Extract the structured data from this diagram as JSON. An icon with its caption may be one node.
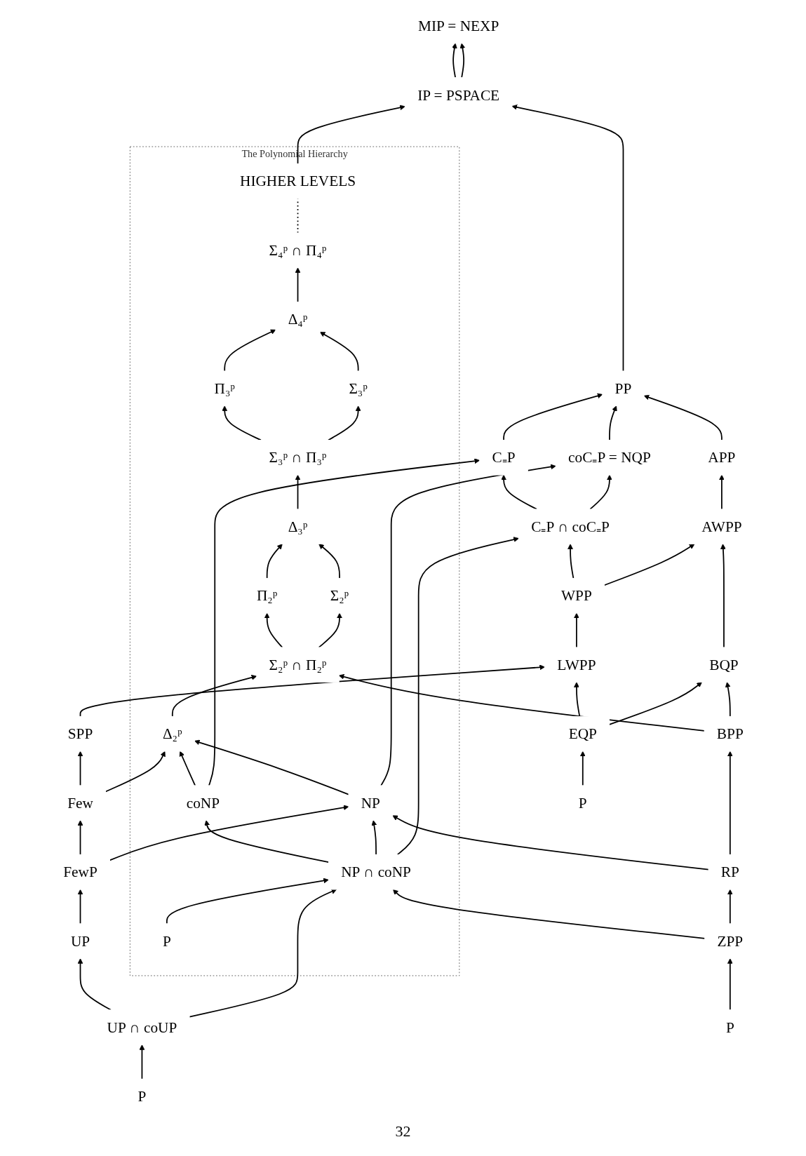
{
  "diagram": {
    "nodes": [
      {
        "text": [
          "MIP = NEXP"
        ]
      },
      {
        "text": [
          "IP = PSPACE"
        ]
      },
      {
        "text": [
          "The Polynomial Hierarchy"
        ]
      },
      {
        "text": [
          "HIGHER LEVELS"
        ],
        "in": 2
      },
      {
        "text": [
          "Σ₄ᵖ ∩ Π₄ᵖ"
        ],
        "in": 2
      },
      {
        "text": [
          "Δ₄ᵖ"
        ],
        "in": 2
      },
      {
        "text": [
          "Π₃ᵖ"
        ],
        "in": 2
      },
      {
        "text": [
          "Σ₃ᵖ"
        ],
        "in": 2
      },
      {
        "text": [
          "Σ₃ᵖ ∩ Π₃ᵖ"
        ],
        "in": 2
      },
      {
        "text": [
          "Δ₃ᵖ"
        ],
        "in": 2
      },
      {
        "text": [
          "Π₂ᵖ"
        ],
        "in": 2
      },
      {
        "text": [
          "Σ₂ᵖ"
        ],
        "in": 2
      },
      {
        "text": [
          "Σ₂ᵖ ∩ Π₂ᵖ"
        ],
        "in": 2
      },
      {
        "text": [
          "Δ₂ᵖ"
        ],
        "in": 2
      },
      {
        "text": [
          "coNP"
        ],
        "in": 2
      },
      {
        "text": [
          "NP"
        ],
        "in": 2
      },
      {
        "text": [
          "NP ∩ coNP"
        ],
        "in": 2
      },
      {
        "text": [
          "P"
        ],
        "in": 2
      },
      {
        "text": [
          "PP"
        ]
      },
      {
        "text": [
          "C₌P"
        ]
      },
      {
        "text": [
          "coC₌P = NQP"
        ]
      },
      {
        "text": [
          "APP"
        ]
      },
      {
        "text": [
          "C₌P ∩ coC₌P"
        ]
      },
      {
        "text": [
          "AWPP"
        ]
      },
      {
        "text": [
          "WPP"
        ]
      },
      {
        "text": [
          "BQP"
        ]
      },
      {
        "text": [
          "LWPP"
        ]
      },
      {
        "text": [
          "SPP"
        ]
      },
      {
        "text": [
          "EQP"
        ]
      },
      {
        "text": [
          "BPP"
        ]
      },
      {
        "text": [
          "Few"
        ]
      },
      {
        "text": [
          "RP"
        ]
      },
      {
        "text": [
          "FewP"
        ]
      },
      {
        "text": [
          "UP"
        ]
      },
      {
        "text": [
          "ZPP"
        ]
      },
      {
        "text": [
          "UP ∩ coUP"
        ]
      },
      {
        "text": [
          "P"
        ]
      },
      {
        "text": [
          "P"
        ]
      },
      {
        "text": [
          "P"
        ]
      }
    ],
    "edges": [
      {
        "from": 18,
        "to": 1,
        "arrow": "to"
      },
      {
        "from": 1,
        "to": 0,
        "arrow": "to"
      },
      {
        "from": 1,
        "to": 0,
        "arrow": "to"
      },
      {
        "from": 4,
        "to": 3,
        "arrow": "none",
        "style": "dashed"
      },
      {
        "from": 3,
        "to": 1,
        "arrow": "to"
      },
      {
        "from": 5,
        "to": 4,
        "arrow": "to"
      },
      {
        "from": 6,
        "to": 5,
        "arrow": "to"
      },
      {
        "from": 7,
        "to": 5,
        "arrow": "to"
      },
      {
        "from": 8,
        "to": 6,
        "arrow": "to"
      },
      {
        "from": 8,
        "to": 7,
        "arrow": "to"
      },
      {
        "from": 9,
        "to": 8,
        "arrow": "to"
      },
      {
        "from": 10,
        "to": 9,
        "arrow": "to"
      },
      {
        "from": 11,
        "to": 9,
        "arrow": "to"
      },
      {
        "from": 12,
        "to": 10,
        "arrow": "to"
      },
      {
        "from": 12,
        "to": 11,
        "arrow": "to"
      },
      {
        "from": 13,
        "to": 12,
        "arrow": "to"
      },
      {
        "from": 14,
        "to": 13,
        "arrow": "to"
      },
      {
        "from": 15,
        "to": 13,
        "arrow": "to"
      },
      {
        "from": 16,
        "to": 14,
        "arrow": "to"
      },
      {
        "from": 16,
        "to": 15,
        "arrow": "to"
      },
      {
        "from": 17,
        "to": 16,
        "arrow": "to"
      },
      {
        "from": 14,
        "to": 19,
        "arrow": "to"
      },
      {
        "from": 15,
        "to": 20,
        "arrow": "to"
      },
      {
        "from": 16,
        "to": 22,
        "arrow": "to"
      },
      {
        "from": 19,
        "to": 18,
        "arrow": "to"
      },
      {
        "from": 20,
        "to": 18,
        "arrow": "to"
      },
      {
        "from": 21,
        "to": 18,
        "arrow": "to"
      },
      {
        "from": 22,
        "to": 19,
        "arrow": "to"
      },
      {
        "from": 22,
        "to": 20,
        "arrow": "to"
      },
      {
        "from": 23,
        "to": 21,
        "arrow": "to"
      },
      {
        "from": 24,
        "to": 22,
        "arrow": "to"
      },
      {
        "from": 24,
        "to": 23,
        "arrow": "to"
      },
      {
        "from": 25,
        "to": 23,
        "arrow": "to"
      },
      {
        "from": 26,
        "to": 24,
        "arrow": "to"
      },
      {
        "from": 27,
        "to": 26,
        "arrow": "to"
      },
      {
        "from": 28,
        "to": 26,
        "arrow": "to"
      },
      {
        "from": 28,
        "to": 25,
        "arrow": "to"
      },
      {
        "from": 29,
        "to": 25,
        "arrow": "to"
      },
      {
        "from": 29,
        "to": 12,
        "arrow": "to"
      },
      {
        "from": 30,
        "to": 27,
        "arrow": "to"
      },
      {
        "from": 30,
        "to": 13,
        "arrow": "to"
      },
      {
        "from": 31,
        "to": 29,
        "arrow": "to"
      },
      {
        "from": 31,
        "to": 15,
        "arrow": "to"
      },
      {
        "from": 32,
        "to": 30,
        "arrow": "to"
      },
      {
        "from": 32,
        "to": 15,
        "arrow": "to"
      },
      {
        "from": 33,
        "to": 32,
        "arrow": "to"
      },
      {
        "from": 34,
        "to": 31,
        "arrow": "to"
      },
      {
        "from": 34,
        "to": 16,
        "arrow": "to"
      },
      {
        "from": 35,
        "to": 33,
        "arrow": "to"
      },
      {
        "from": 35,
        "to": 16,
        "arrow": "to"
      },
      {
        "from": 36,
        "to": 35,
        "arrow": "to"
      },
      {
        "from": 37,
        "to": 34,
        "arrow": "to"
      },
      {
        "from": 38,
        "to": 28,
        "arrow": "to"
      }
    ],
    "labels": [
      "32"
    ]
  }
}
